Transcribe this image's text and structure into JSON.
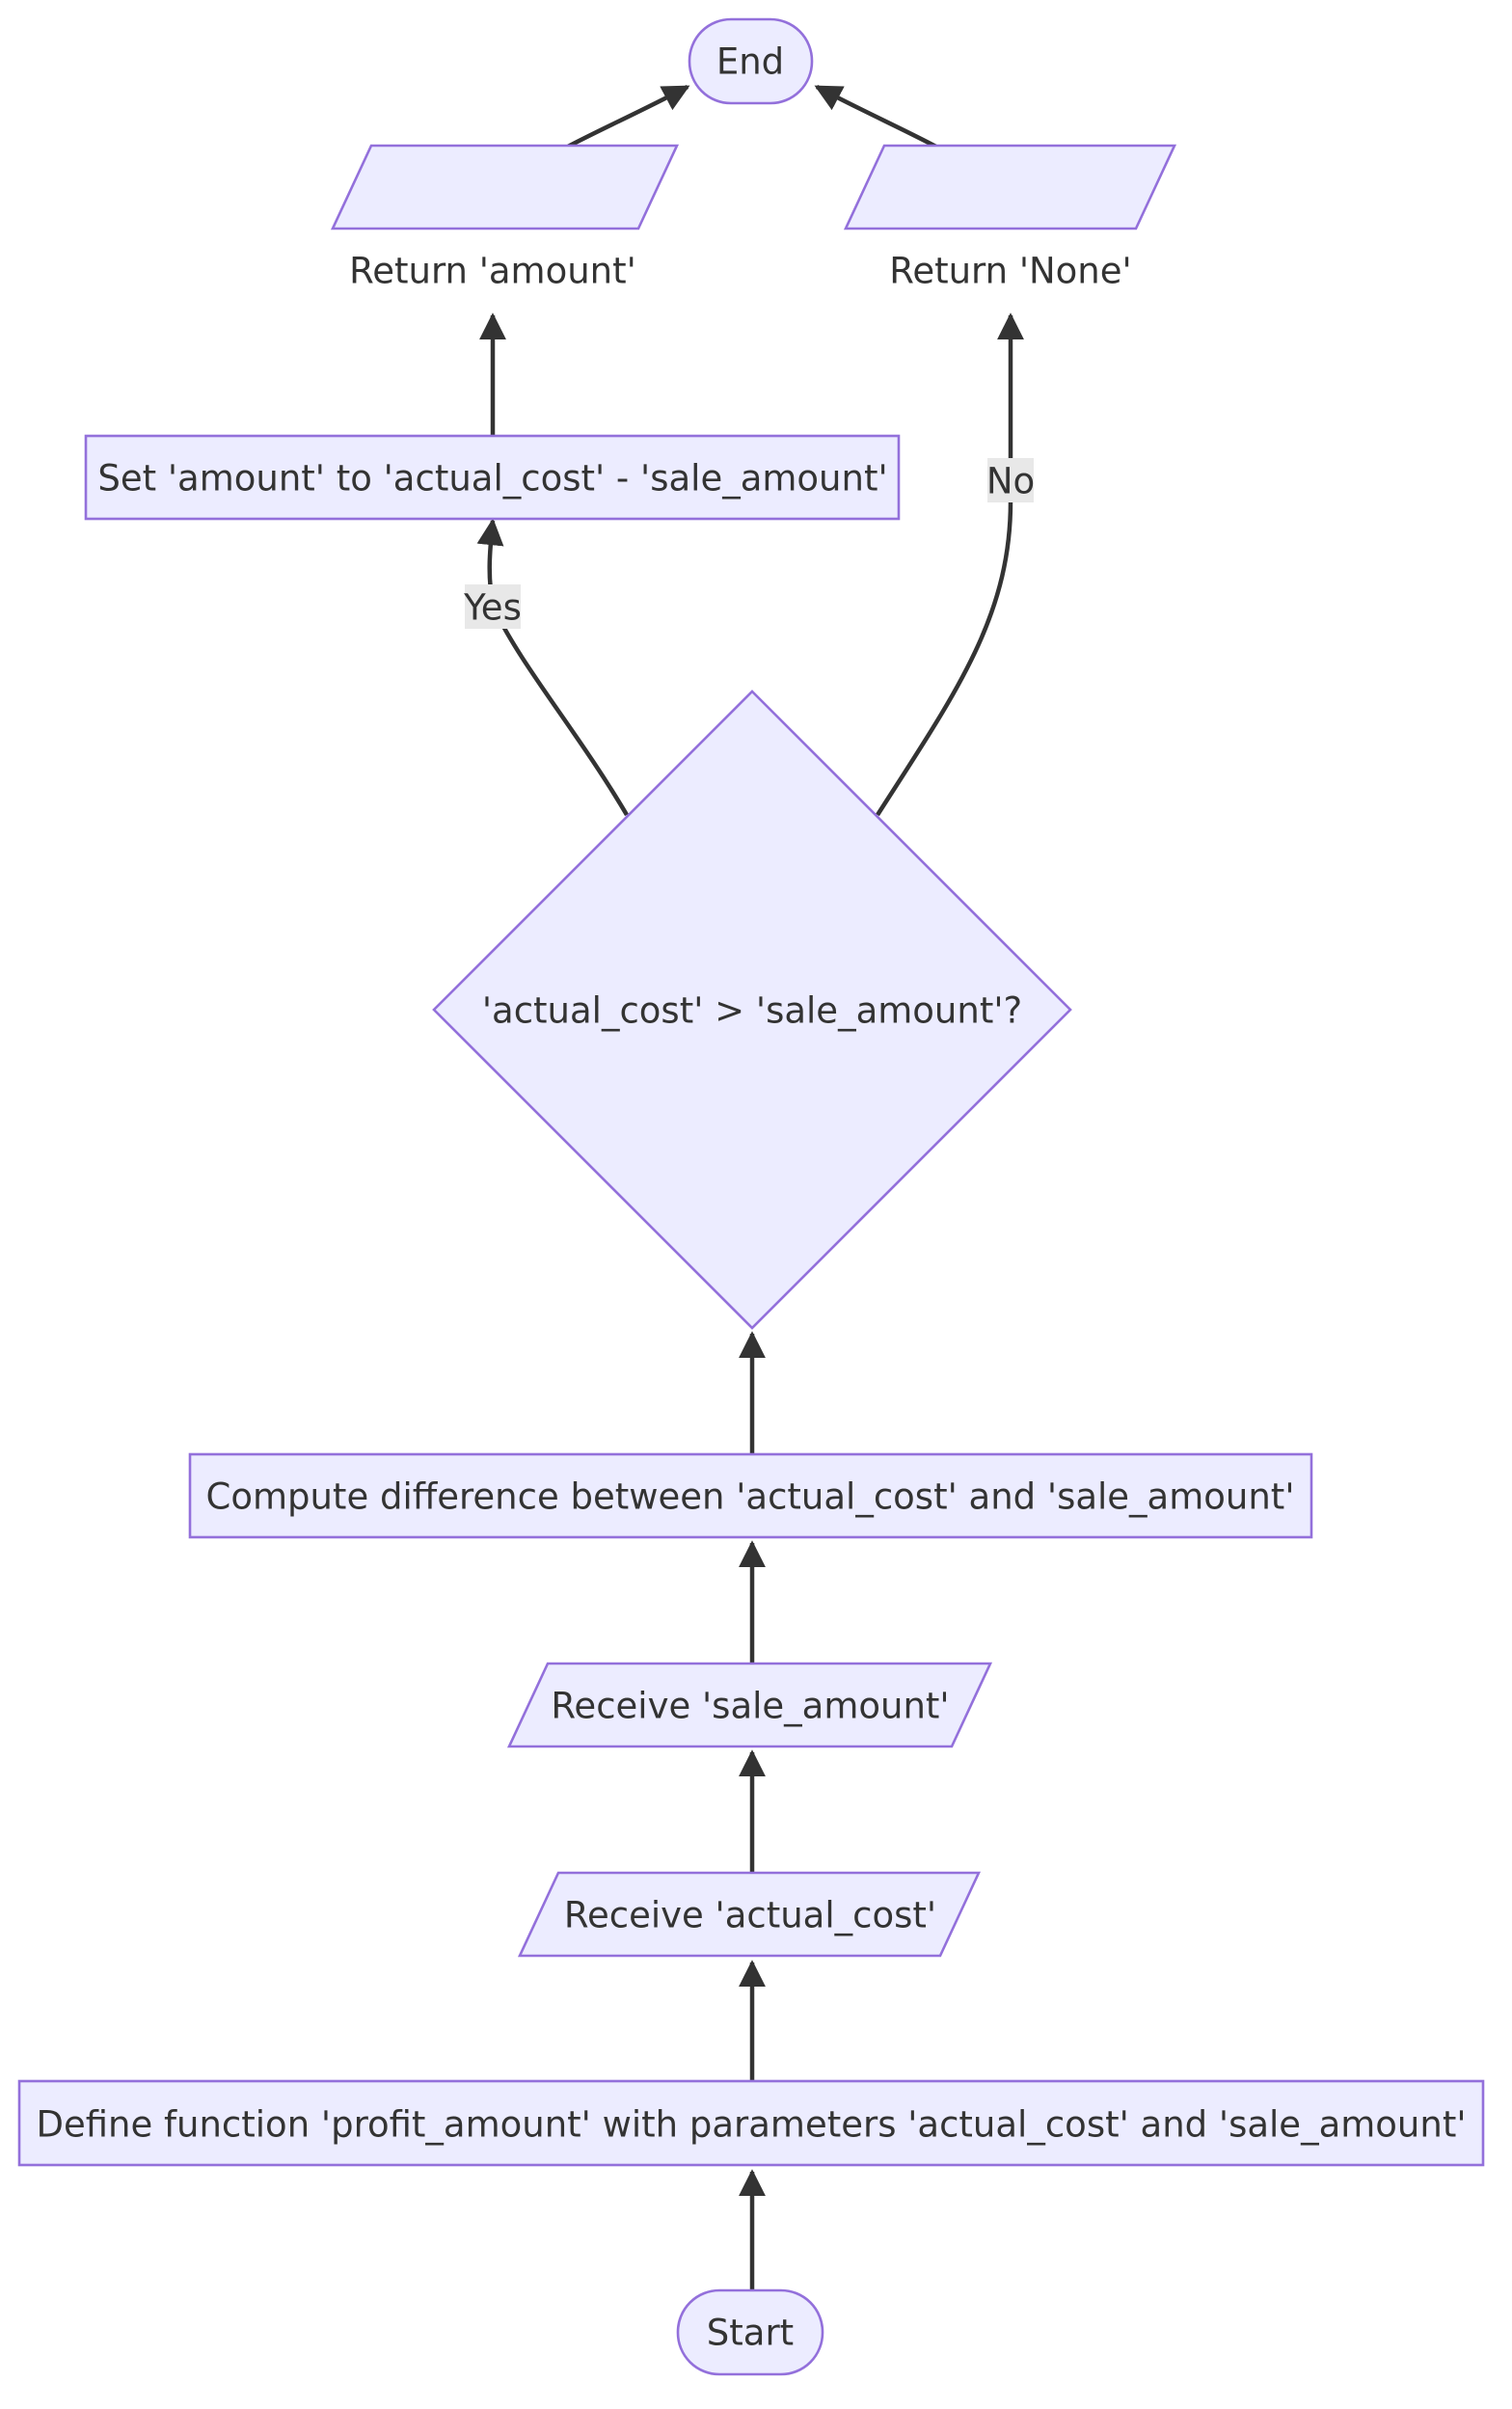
{
  "diagram": {
    "type": "flowchart",
    "direction": "bottom-to-top",
    "colors": {
      "node_fill": "#ececff",
      "node_stroke": "#9370db",
      "edge": "#333333",
      "text": "#333333",
      "edge_label_bg": "#e8e8e8"
    },
    "nodes": {
      "end": "End",
      "return_amount": "Return 'amount'",
      "return_none": "Return 'None'",
      "set_amount": "Set 'amount' to 'actual_cost' - 'sale_amount'",
      "decision": "'actual_cost' > 'sale_amount'?",
      "compute": "Compute difference between 'actual_cost' and 'sale_amount'",
      "receive_sale": "Receive 'sale_amount'",
      "receive_actual": "Receive 'actual_cost'",
      "define": "Define function 'profit_amount' with parameters 'actual_cost' and 'sale_amount'",
      "start": "Start"
    },
    "edge_labels": {
      "yes": "Yes",
      "no": "No"
    }
  }
}
